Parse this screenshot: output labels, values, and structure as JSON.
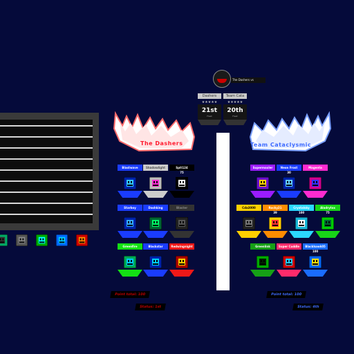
{
  "ranks": {
    "left": "21st",
    "right": "20th",
    "left_sub": "Fleet",
    "right_sub": "Fleet"
  },
  "logo_caption": "The Dashers vs",
  "small_bars": [
    "Dashers",
    "Team Cata"
  ],
  "stars": [
    "★★★★★",
    "★★★★★"
  ],
  "teams": [
    {
      "name": "The Dashers",
      "color": "#ff1a2e",
      "flame": "#ff6b6b",
      "points_label": "Point total: 100",
      "status_label": "Status: 1st",
      "players": [
        {
          "name": "Blastwave",
          "score": "",
          "bg": "#1a3cff",
          "fg": "#fff",
          "icon_a": "#0022aa",
          "icon_b": "#33c6ff"
        },
        {
          "name": "Shadowlight",
          "score": "",
          "bg": "#ccc",
          "fg": "#555",
          "icon_a": "#bbb",
          "icon_b": "#ff2bd0"
        },
        {
          "name": "Spit124",
          "score": "75",
          "bg": "#000",
          "fg": "#fff",
          "icon_a": "#000",
          "icon_b": "#fff"
        },
        {
          "name": "Starboy",
          "score": "",
          "bg": "#1a3cff",
          "fg": "#fff",
          "icon_a": "#0022aa",
          "icon_b": "#3af"
        },
        {
          "name": "Dashking",
          "score": "",
          "bg": "#1a3cff",
          "fg": "#fff",
          "icon_a": "#063",
          "icon_b": "#0f6"
        },
        {
          "name": "Blaster",
          "score": "",
          "bg": "#333",
          "fg": "#888",
          "icon_a": "#222",
          "icon_b": "#555"
        },
        {
          "name": "Greenfire",
          "score": "",
          "bg": "#14e014",
          "fg": "#fff",
          "icon_a": "#0a5",
          "icon_b": "#0cf"
        },
        {
          "name": "Blackstar",
          "score": "",
          "bg": "#1a3cff",
          "fg": "#fff",
          "icon_a": "#0022aa",
          "icon_b": "#0cf"
        },
        {
          "name": "Redwingnight",
          "score": "",
          "bg": "#f01818",
          "fg": "#fff",
          "icon_a": "#a00",
          "icon_b": "#fc0"
        }
      ]
    },
    {
      "name": "Team Cataclysmic",
      "color": "#3e6bff",
      "flame": "#7aa0ff",
      "points_label": "Point total: 100",
      "status_label": "Status: 4th",
      "players": [
        {
          "name": "Supermaxler",
          "score": "",
          "bg": "#9b1cff",
          "fg": "#fff",
          "icon_a": "#6a0fcf",
          "icon_b": "#ffd000"
        },
        {
          "name": "Neon Frost",
          "score": "30",
          "bg": "#1a3cff",
          "fg": "#fff",
          "icon_a": "#0022aa",
          "icon_b": "#6cf"
        },
        {
          "name": "Magenta",
          "score": "",
          "bg": "#ff2bd0",
          "fg": "#fff",
          "icon_a": "#d0008f",
          "icon_b": "#33f"
        },
        {
          "name": "Cda3000",
          "score": "",
          "bg": "#ffd000",
          "fg": "#000",
          "icon_a": "#222",
          "icon_b": "#777"
        },
        {
          "name": "Rocky21",
          "score": "39",
          "bg": "#ff8c00",
          "fg": "#fff",
          "icon_a": "#ffd000",
          "icon_b": "#f33"
        },
        {
          "name": "Crystalsky",
          "score": "100",
          "bg": "#2bd8ff",
          "fg": "#fff",
          "icon_a": "#18b6d9",
          "icon_b": "#fff"
        },
        {
          "name": "Aladrytox",
          "score": "75",
          "bg": "#18d418",
          "fg": "#fff",
          "icon_a": "#0c0",
          "icon_b": "#063"
        },
        {
          "name": "Greenlink",
          "score": "",
          "bg": "#16a016",
          "fg": "#fff",
          "icon_a": "#0a0",
          "icon_b": "#020"
        },
        {
          "name": "Super Cuddle",
          "score": "",
          "bg": "#ff2b6b",
          "fg": "#fff",
          "icon_a": "#c00",
          "icon_b": "#2cf"
        },
        {
          "name": "Blackhawk05",
          "score": "100",
          "bg": "#1a6cff",
          "fg": "#fff",
          "icon_a": "#06f",
          "icon_b": "#fd0"
        }
      ]
    }
  ],
  "leaderboard_icons": [
    {
      "a": "#0a6",
      "b": "#333"
    },
    {
      "a": "#555",
      "b": "#888"
    },
    {
      "a": "#0a0",
      "b": "#0ff"
    },
    {
      "a": "#06f",
      "b": "#0cf"
    },
    {
      "a": "#c00",
      "b": "#f80"
    }
  ]
}
